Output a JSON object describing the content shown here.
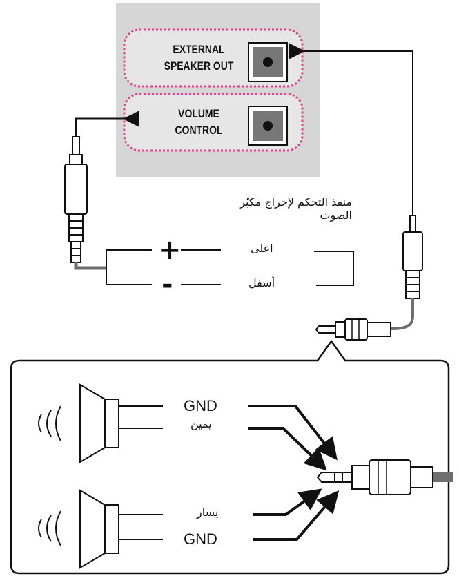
{
  "panel": {
    "speaker_out_line1": "EXTERNAL",
    "speaker_out_line2": "SPEAKER OUT",
    "volume_line1": "VOLUME",
    "volume_line2": "CONTROL"
  },
  "caption": {
    "line1": "منفذ التحكم لإخراج مكبّر",
    "line2": "الصوت"
  },
  "volume": {
    "plus_symbol": "+",
    "minus_symbol": "-",
    "up_label": "اعلى",
    "down_label": "أسفل"
  },
  "detail": {
    "gnd_top": "GND",
    "right_label": "يمين",
    "left_label": "يسار",
    "gnd_bottom": "GND"
  },
  "colors": {
    "panel": "#d6d6d6",
    "highlight": "#d44a8c",
    "jack_face": "#777777",
    "line": "#111111",
    "cable": "#6e6e6e"
  }
}
